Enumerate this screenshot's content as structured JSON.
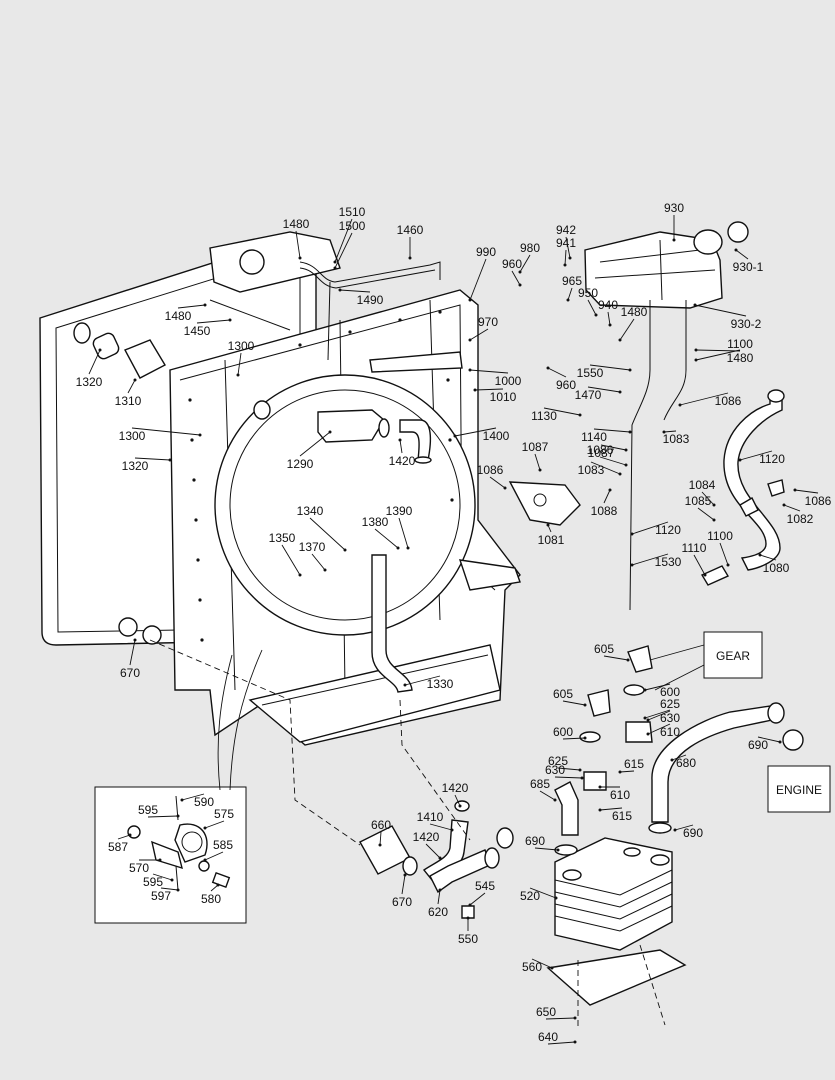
{
  "palette": {
    "background": "#e8e8e8",
    "ink": "#111111",
    "paper": "#ffffff"
  },
  "callouts": {
    "gear": "GEAR",
    "engine": "ENGINE"
  },
  "labels": [
    "1480",
    "1510",
    "1500",
    "1460",
    "990",
    "980",
    "942",
    "941",
    "960",
    "930",
    "930-1",
    "965",
    "950",
    "940",
    "1480",
    "930-2",
    "1490",
    "1480",
    "1450",
    "970",
    "1300",
    "1100",
    "1480",
    "1320",
    "1310",
    "1000",
    "960",
    "1550",
    "1010",
    "1470",
    "1086",
    "1130",
    "1300",
    "1400",
    "1140",
    "1083",
    "1320",
    "1290",
    "1420",
    "1087",
    "1086",
    "1087",
    "1120",
    "1083",
    "1086",
    "1084",
    "1085",
    "1086",
    "1082",
    "1088",
    "1081",
    "1340",
    "1390",
    "1380",
    "1350",
    "1370",
    "1120",
    "1100",
    "1530",
    "1110",
    "1080",
    "605",
    "600",
    "625",
    "630",
    "610",
    "605",
    "600",
    "690",
    "680",
    "670",
    "1330",
    "625",
    "630",
    "610",
    "615",
    "685",
    "615",
    "1420",
    "690",
    "590",
    "595",
    "575",
    "587",
    "660",
    "1410",
    "1420",
    "585",
    "570",
    "690",
    "595",
    "597",
    "580",
    "545",
    "670",
    "620",
    "520",
    "550",
    "560",
    "650",
    "640"
  ]
}
